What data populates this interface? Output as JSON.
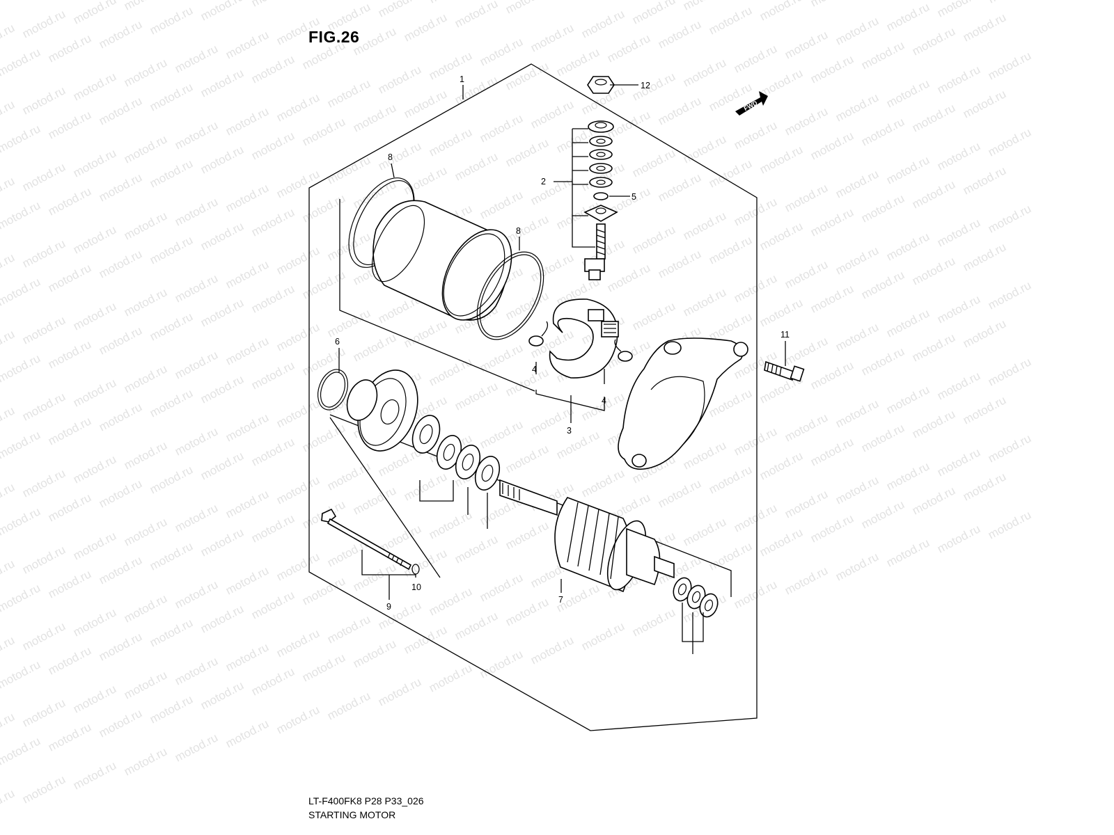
{
  "figure": {
    "title": "FIG.26",
    "model_code": "LT-F400FK8 P28 P33_026",
    "name": "STARTING MOTOR"
  },
  "watermark": "motod.ru",
  "direction_arrow_label": "FWD",
  "callouts": {
    "c1": "1",
    "c2": "2",
    "c3": "3",
    "c4a": "4",
    "c4b": "4",
    "c5": "5",
    "c6": "6",
    "c7": "7",
    "c8a": "8",
    "c8b": "8",
    "c9": "9",
    "c10": "10",
    "c11": "11",
    "c12": "12"
  }
}
